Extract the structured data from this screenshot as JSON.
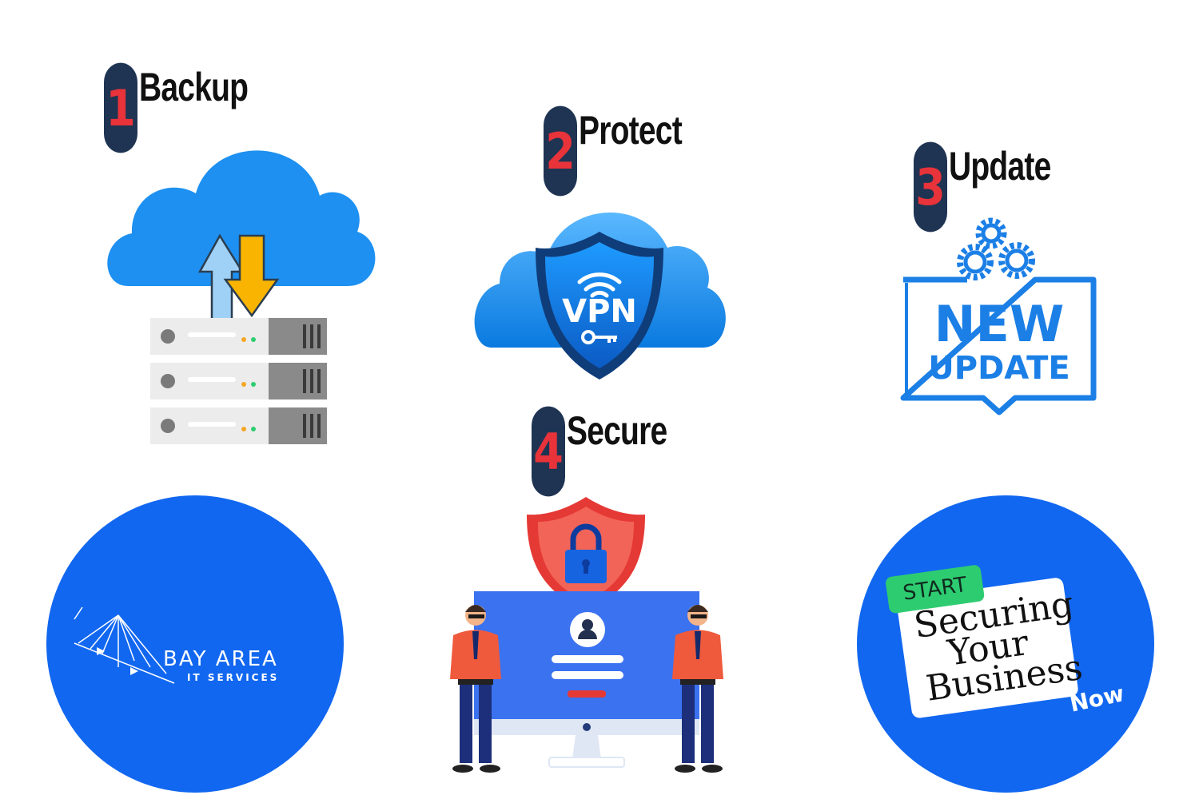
{
  "steps": [
    {
      "number": "1",
      "label": "Backup"
    },
    {
      "number": "2",
      "label": "Protect"
    },
    {
      "number": "3",
      "label": "Update"
    },
    {
      "number": "4",
      "label": "Secure"
    }
  ],
  "vpn_text": "VPN",
  "update_card": {
    "line1": "NEW",
    "line2": "UPDATE"
  },
  "logo": {
    "name": "BAY AREA",
    "tagline": "IT SERVICES"
  },
  "cta": {
    "tag": "START",
    "line1": "Securing",
    "line2": "Your",
    "line3": "Business",
    "suffix": "Now"
  },
  "colors": {
    "badge": "#1f3452",
    "badge_number": "#e8333a",
    "circle_blue": "#1167f0",
    "cloud_blue": "#1e90f0",
    "tag_green": "#2ecc71",
    "shield_red": "#e53935"
  },
  "icons": [
    "cloud-icon",
    "upload-arrow-icon",
    "download-arrow-icon",
    "server-icon",
    "vpn-shield-icon",
    "wifi-icon",
    "key-icon",
    "gear-icon",
    "padlock-icon",
    "user-avatar-icon",
    "security-guard-icon",
    "bridge-logo-icon"
  ]
}
